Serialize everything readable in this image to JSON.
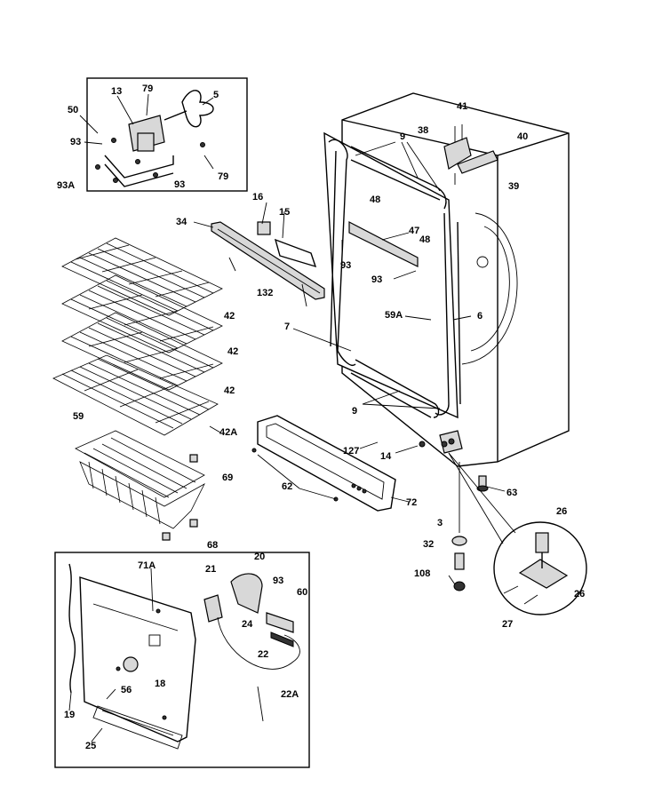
{
  "labels": {
    "l13": "13",
    "l79a": "79",
    "l5": "5",
    "l50": "50",
    "l93a": "93",
    "l93A": "93A",
    "l93b": "93",
    "l79b": "79",
    "l41": "41",
    "l38": "38",
    "l40": "40",
    "l39": "39",
    "l9a": "9",
    "l16": "16",
    "l15": "15",
    "l34": "34",
    "l48a": "48",
    "l47": "47",
    "l48b": "48",
    "l93c": "93",
    "l93d": "93",
    "l132": "132",
    "l42a": "42",
    "l42b": "42",
    "l42c": "42",
    "l42A": "42A",
    "l7": "7",
    "l59A": "59A",
    "l6": "6",
    "l9b": "9",
    "l59": "59",
    "l69": "69",
    "l68": "68",
    "l127": "127",
    "l14": "14",
    "l62": "62",
    "l72": "72",
    "l63": "63",
    "l3": "3",
    "l32": "32",
    "l108": "108",
    "l26a": "26",
    "l27": "27",
    "l26b": "26",
    "l71A": "71A",
    "l21": "21",
    "l20": "20",
    "l93e": "93",
    "l60": "60",
    "l24": "24",
    "l22": "22",
    "l22A": "22A",
    "l18": "18",
    "l56": "56",
    "l19": "19",
    "l25": "25"
  }
}
